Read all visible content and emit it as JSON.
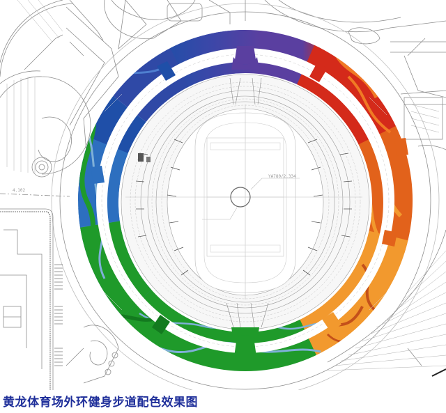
{
  "caption": "黄龙体育场外环健身步道配色效果图",
  "plan": {
    "center_label": "YA780/2.334",
    "left_label": "4.102",
    "ring_colors": {
      "blue": "#1f4fa8",
      "light_blue": "#3a7cc4",
      "purple": "#5a3fa0",
      "red": "#d42a1a",
      "orange": "#e2621b",
      "light_orange": "#f2992e",
      "green": "#1f9a2a",
      "dark_green": "#137a1f",
      "stream_blue": "#7fb0d8"
    },
    "line_color": "#9a9a9a"
  }
}
